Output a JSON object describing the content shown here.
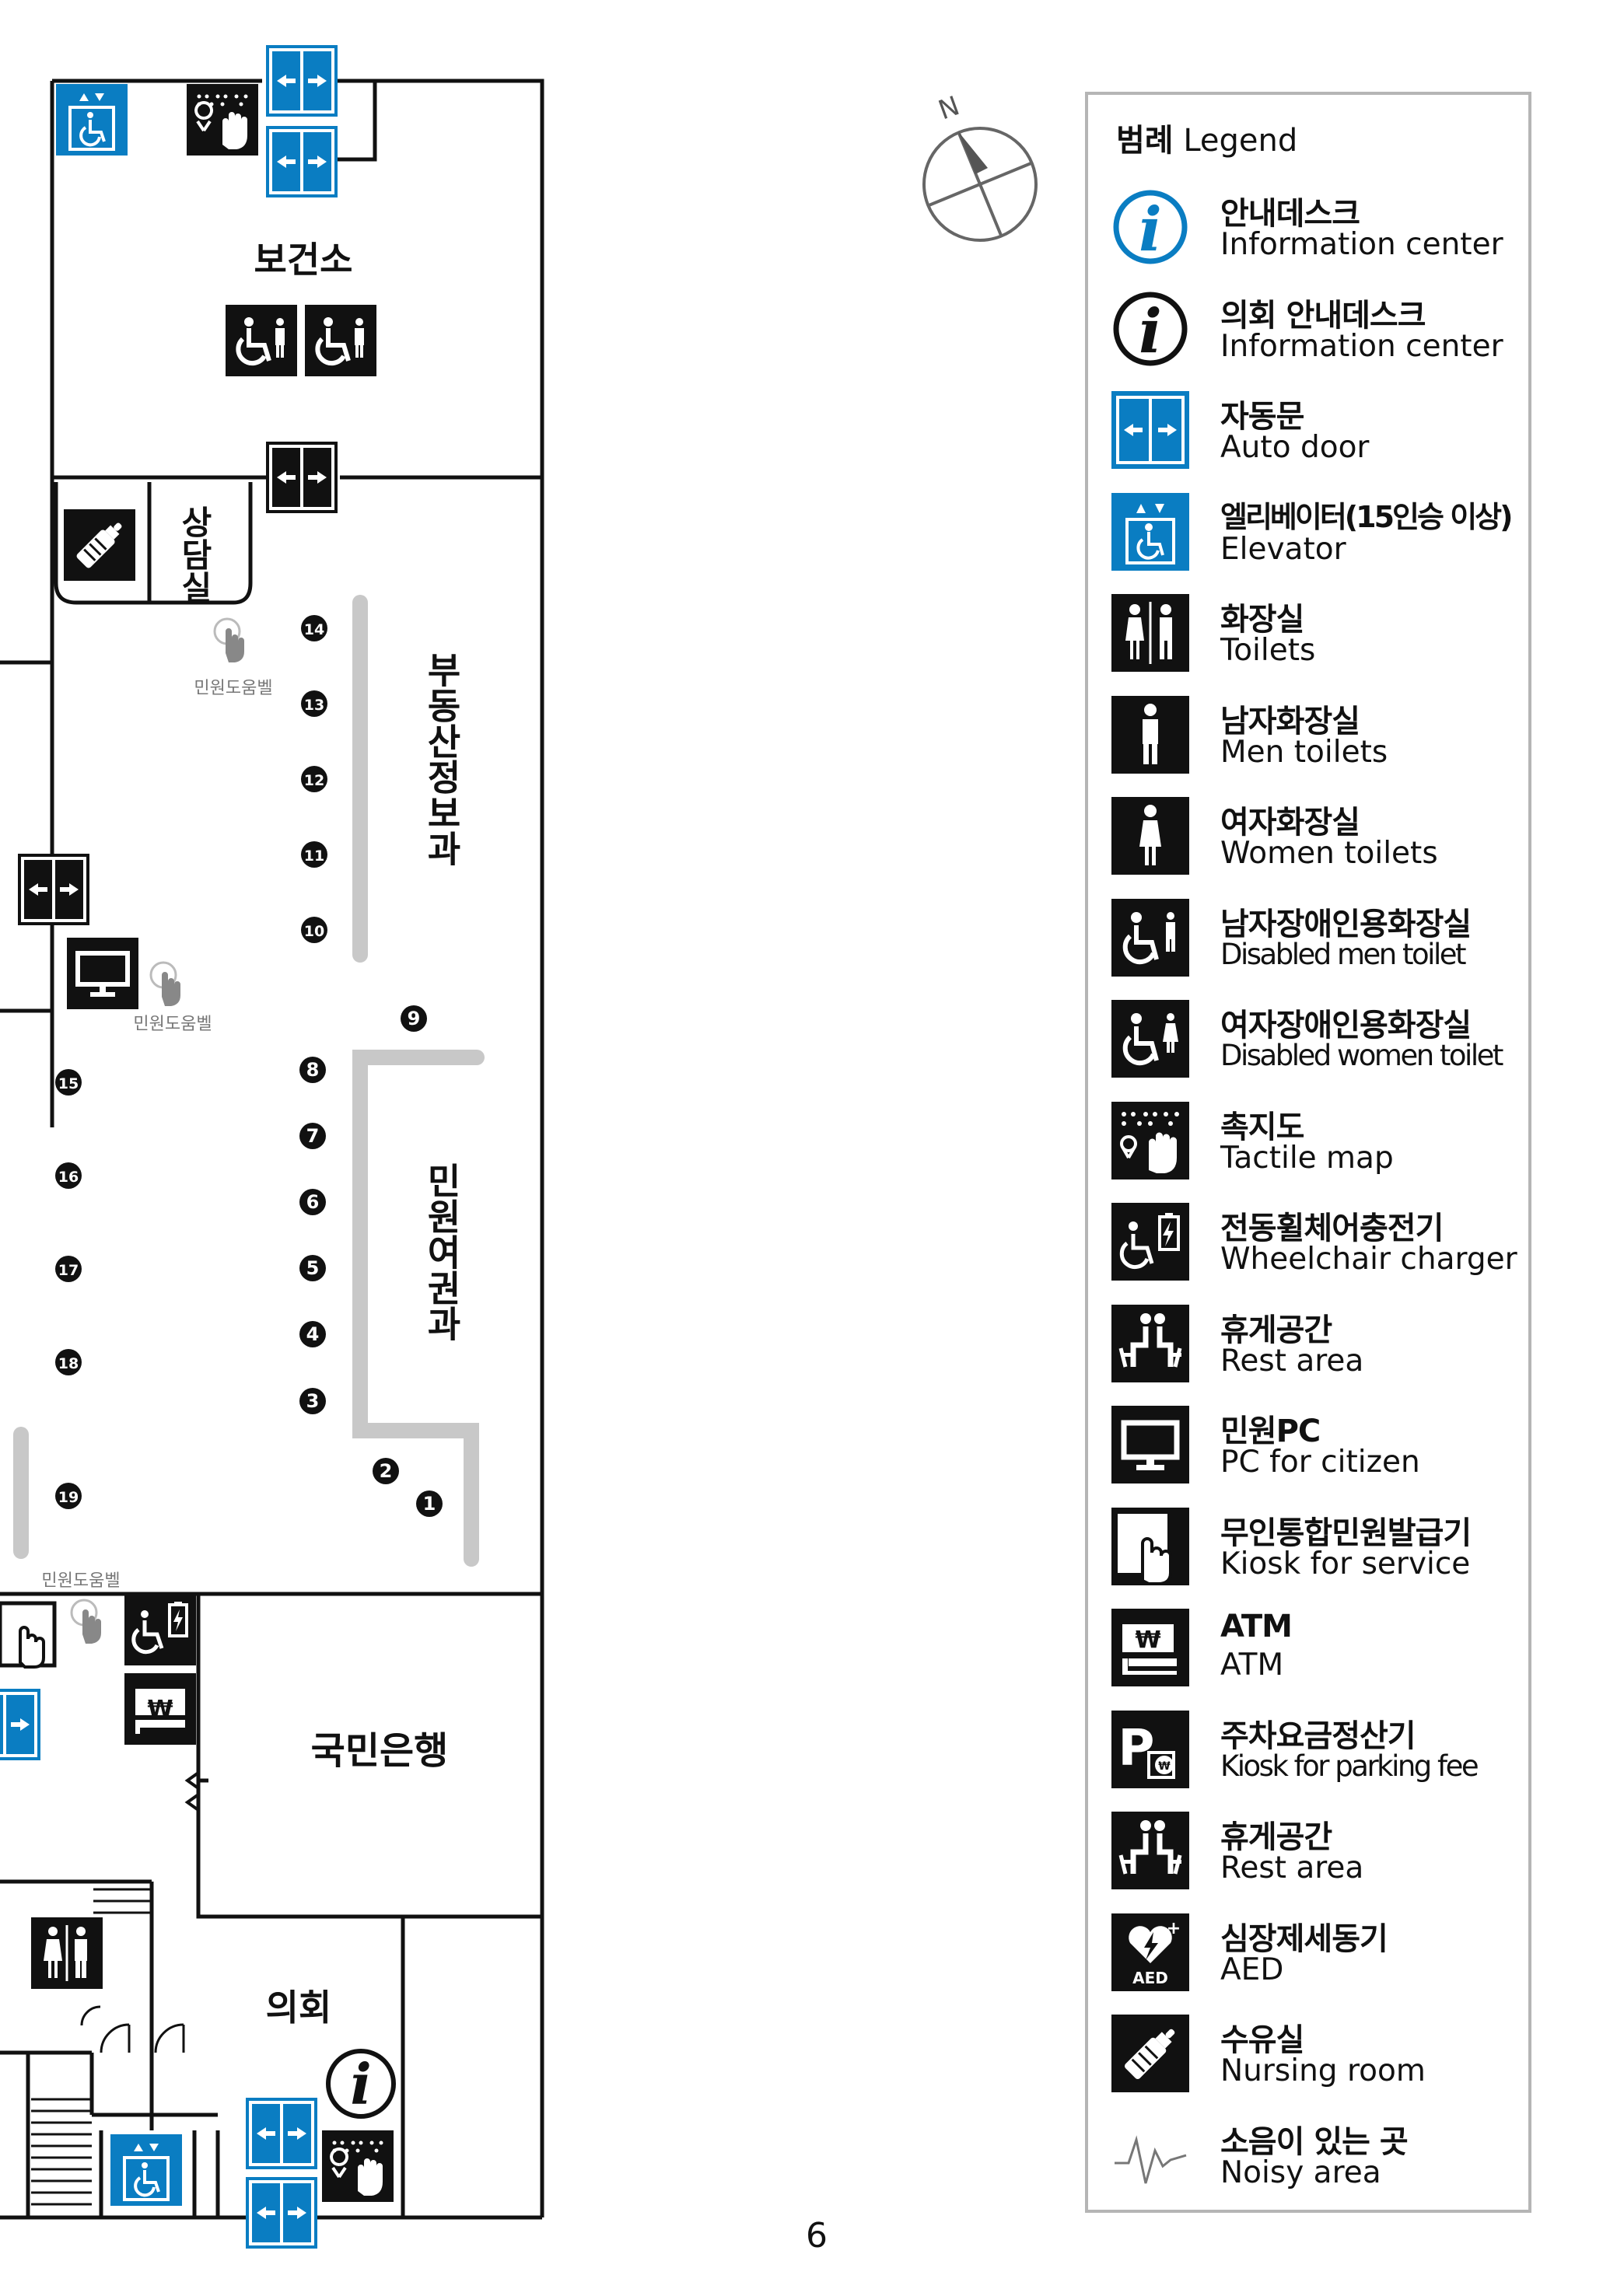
{
  "rooms": {
    "health_center": "보건소",
    "counseling_room": "상담실",
    "real_estate": "부동산정보과",
    "civil_passport": "민원여권과",
    "bank": "국민은행",
    "council": "의회"
  },
  "helper_bell": "민원도움벨",
  "counters": [
    "1",
    "2",
    "3",
    "4",
    "5",
    "6",
    "7",
    "8",
    "9",
    "10",
    "11",
    "12",
    "13",
    "14",
    "15",
    "16",
    "17",
    "18",
    "19"
  ],
  "compass_label": "N",
  "legend": {
    "title_ko": "범례",
    "title_en": "Legend",
    "items": [
      {
        "ko": "안내데스크",
        "en": "Information center",
        "icon": "info-icon-blue"
      },
      {
        "ko": "의회 안내데스크",
        "en": "Information center",
        "icon": "info-icon-black"
      },
      {
        "ko": "자동문",
        "en": "Auto door",
        "icon": "auto-door-icon"
      },
      {
        "ko": "엘리베이터(15인승 이상)",
        "en": "Elevator",
        "icon": "elevator-icon"
      },
      {
        "ko": "화장실",
        "en": "Toilets",
        "icon": "toilets-icon"
      },
      {
        "ko": "남자화장실",
        "en": "Men toilets",
        "icon": "men-toilet-icon"
      },
      {
        "ko": "여자화장실",
        "en": "Women toilets",
        "icon": "women-toilet-icon"
      },
      {
        "ko": "남자장애인용화장실",
        "en": "Disabled men toilet",
        "icon": "disabled-men-toilet-icon"
      },
      {
        "ko": "여자장애인용화장실",
        "en": "Disabled women toilet",
        "icon": "disabled-women-toilet-icon"
      },
      {
        "ko": "촉지도",
        "en": "Tactile map",
        "icon": "tactile-map-icon"
      },
      {
        "ko": "전동휠체어충전기",
        "en": "Wheelchair charger",
        "icon": "wheelchair-charger-icon"
      },
      {
        "ko": "휴게공간",
        "en": "Rest area",
        "icon": "rest-area-icon"
      },
      {
        "ko": "민원PC",
        "en": "PC for citizen",
        "icon": "pc-icon"
      },
      {
        "ko": "무인통합민원발급기",
        "en": "Kiosk for service",
        "icon": "kiosk-icon"
      },
      {
        "ko": "ATM",
        "en": "ATM",
        "icon": "atm-icon"
      },
      {
        "ko": "주차요금정산기",
        "en": "Kiosk for parking fee",
        "icon": "parking-kiosk-icon"
      },
      {
        "ko": "휴게공간",
        "en": "Rest area",
        "icon": "rest-area-icon"
      },
      {
        "ko": "심장제세동기",
        "en": "AED",
        "icon": "aed-icon"
      },
      {
        "ko": "수유실",
        "en": "Nursing room",
        "icon": "nursing-room-icon"
      },
      {
        "ko": "소음이 있는 곳",
        "en": "Noisy area",
        "icon": "noisy-area-icon"
      }
    ]
  },
  "atm_symbol": "₩",
  "aed_text": "AED",
  "parking_letter": "P",
  "page_number": "6",
  "colors": {
    "blue": "#0a7dc2",
    "black": "#111111",
    "gray": "#c8c8c8",
    "border": "#b5b5b5"
  }
}
